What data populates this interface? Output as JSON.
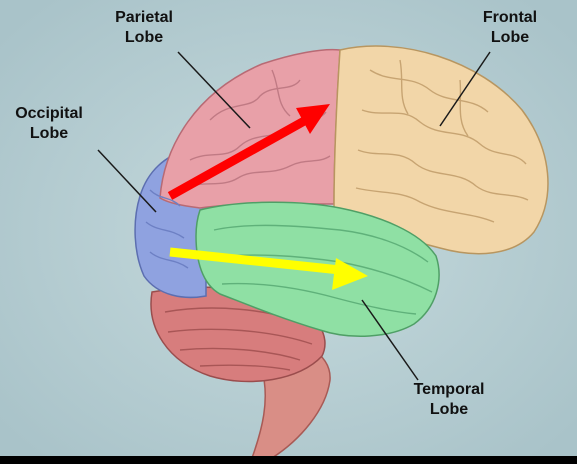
{
  "labels": {
    "parietal": {
      "line1": "Parietal",
      "line2": "Lobe"
    },
    "frontal": {
      "line1": "Frontal",
      "line2": "Lobe"
    },
    "occipital": {
      "line1": "Occipital",
      "line2": "Lobe"
    },
    "temporal": {
      "line1": "Temporal",
      "line2": "Lobe"
    }
  },
  "colors": {
    "background": "#b8cfd4",
    "parietal": "#e8a0a8",
    "frontal": "#f2d6a8",
    "occipital": "#8fa2e0",
    "temporal": "#8fe0a4",
    "cerebellum": "#d77d7d",
    "brainstem": "#d98e86",
    "arrow_red": "#ff0000",
    "arrow_yellow": "#ffff00"
  }
}
